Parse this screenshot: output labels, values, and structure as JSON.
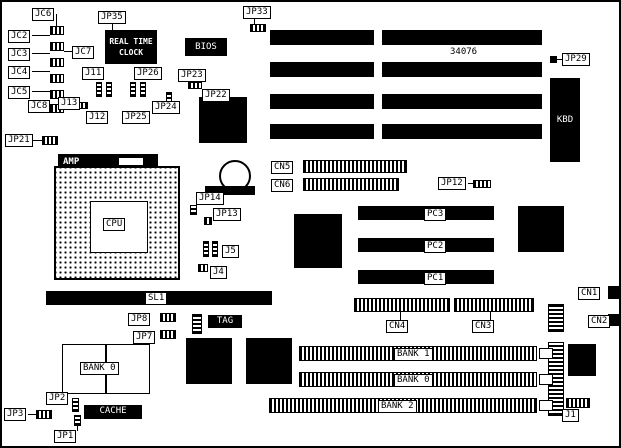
{
  "board": {
    "labels": {
      "jc6": "JC6",
      "jc2": "JC2",
      "jc3": "JC3",
      "jc7": "JC7",
      "jc4": "JC4",
      "jc5": "JC5",
      "jc8": "JC8",
      "jp35": "JP35",
      "jp33": "JP33",
      "jp29": "JP29",
      "jp21": "JP21",
      "rtc_line1": "REAL TIME",
      "rtc_line2": "CLOCK",
      "bios": "BIOS",
      "chip_34076": "34076",
      "kbd": "KBD",
      "j11": "J11",
      "jp26": "JP26",
      "jp23": "JP23",
      "j13": "J13",
      "j12": "J12",
      "jp25": "JP25",
      "jp24": "JP24",
      "jp22": "JP22",
      "amp": "AMP",
      "cpu": "CPU",
      "jp14": "JP14",
      "jp13": "JP13",
      "j5": "J5",
      "j4": "J4",
      "cn5": "CN5",
      "cn6": "CN6",
      "jp12": "JP12",
      "pc3": "PC3",
      "pc2": "PC2",
      "pc1": "PC1",
      "sl1": "SL1",
      "jp8": "JP8",
      "tag": "TAG",
      "jp7": "JP7",
      "cn1": "CN1",
      "cn2": "CN2",
      "cn4": "CN4",
      "cn3": "CN3",
      "bank0_cache": "BANK 0",
      "bank1": "BANK 1",
      "bank0_simm": "BANK 0",
      "bank2": "BANK 2",
      "cache": "CACHE",
      "jp2": "JP2",
      "jp3": "JP3",
      "jp1": "JP1",
      "j1": "J1"
    }
  }
}
